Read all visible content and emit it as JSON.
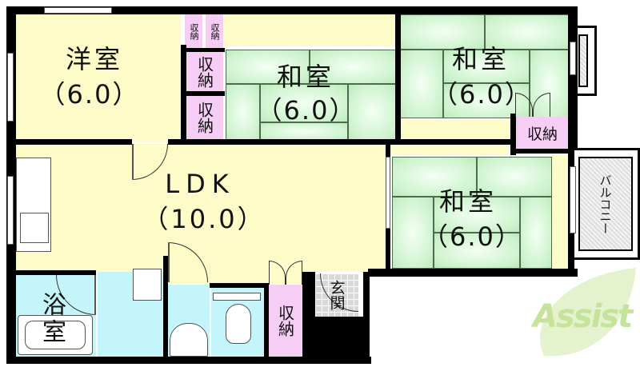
{
  "floor_plan": {
    "rooms": {
      "western_room": {
        "name": "洋室",
        "size": "（6.0）"
      },
      "japanese_room_center": {
        "name": "和室",
        "size": "（6.0）"
      },
      "japanese_room_ne": {
        "name": "和室",
        "size": "（6.0）"
      },
      "japanese_room_se": {
        "name": "和室",
        "size": "（6.0）"
      },
      "ldk": {
        "name": "LDK",
        "size": "（10.0）"
      },
      "bathroom": {
        "name": "浴室"
      },
      "entrance": {
        "name": "玄関"
      },
      "balcony": {
        "name": "バルコニー"
      }
    },
    "storage": {
      "small_left": "収納",
      "small_right": "収納",
      "mid_upper": "収納",
      "mid_lower": "収納",
      "ne_closet": "収納",
      "hall_closet": "収納"
    },
    "watermark": {
      "text": "Assist",
      "color": "#c5e39a",
      "accent_color": "#e88a9a"
    },
    "colors": {
      "wall": "#000000",
      "western_floor": "#fdfbc8",
      "tatami": "#c9f1c9",
      "storage": "#f5cdf5",
      "wet_area": "#c4f5fb",
      "entrance_tile": "#d8d8d8"
    }
  }
}
